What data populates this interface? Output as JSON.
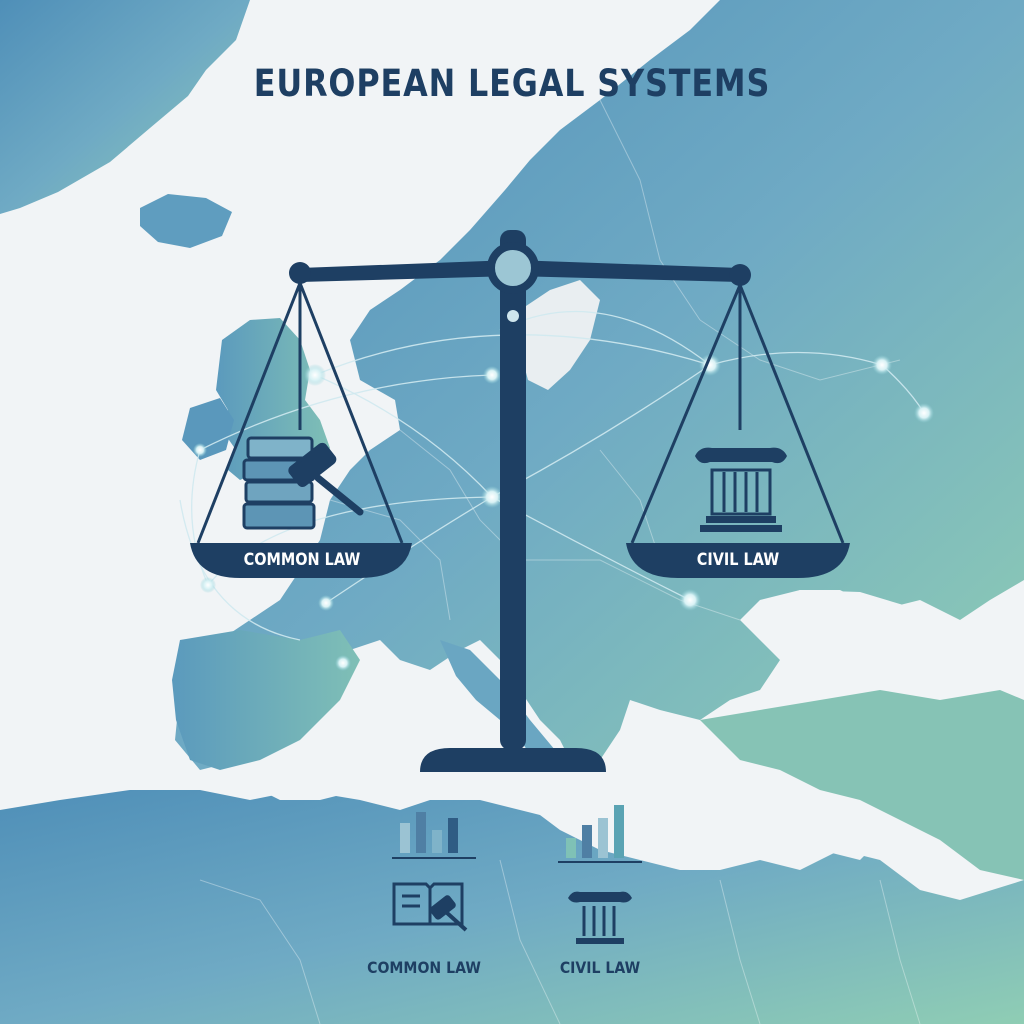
{
  "title": "EUROPEAN LEGAL SYSTEMS",
  "scale": {
    "left_pan_label": "COMMON LAW",
    "right_pan_label": "CIVIL LAW"
  },
  "legend": {
    "left": {
      "label": "COMMON LAW",
      "icon": "open-book-gavel-icon",
      "bars_icon": "bar-chart-icon"
    },
    "right": {
      "label": "CIVIL LAW",
      "icon": "greek-column-icon",
      "bars_icon": "bar-chart-icon"
    }
  },
  "colors": {
    "navy": "#1e3f63",
    "sea_light": "#f1f4f6",
    "land_blue": "#6fa7c4",
    "land_green": "#8cc9b2",
    "accent_teal": "#5aa3b3"
  }
}
